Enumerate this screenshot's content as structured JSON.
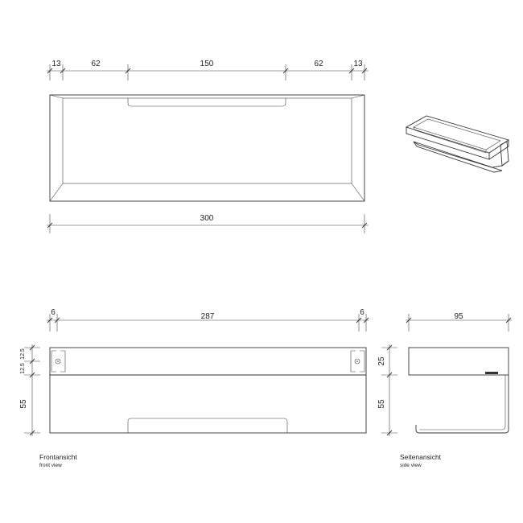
{
  "top_view": {
    "dims_top": [
      "13",
      "62",
      "150",
      "62",
      "13"
    ],
    "dim_overall": "300"
  },
  "front_view": {
    "dims_top": [
      "6",
      "287",
      "6"
    ],
    "dims_left": [
      "12.5",
      "12.5",
      "55"
    ],
    "label_de": "Frontansicht",
    "label_en": "front view"
  },
  "side_view": {
    "dim_top": "95",
    "dims_left": [
      "25",
      "55"
    ],
    "label_de": "Seitenansicht",
    "label_en": "side view"
  }
}
